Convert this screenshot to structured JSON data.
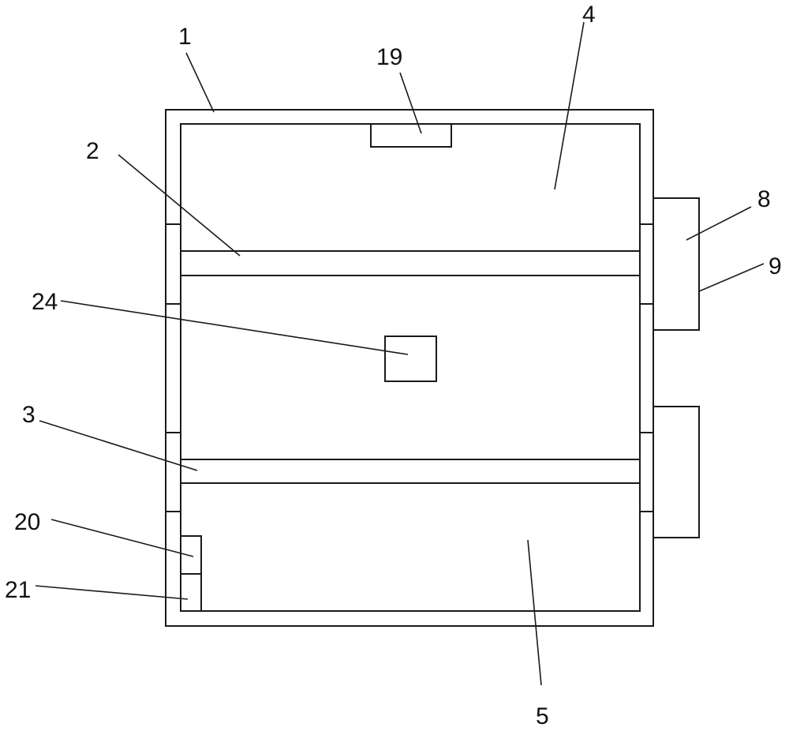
{
  "callouts": {
    "c1": "1",
    "c2": "2",
    "c3": "3",
    "c4": "4",
    "c5": "5",
    "c8": "8",
    "c9": "9",
    "c19": "19",
    "c20": "20",
    "c21": "21",
    "c24": "24"
  }
}
